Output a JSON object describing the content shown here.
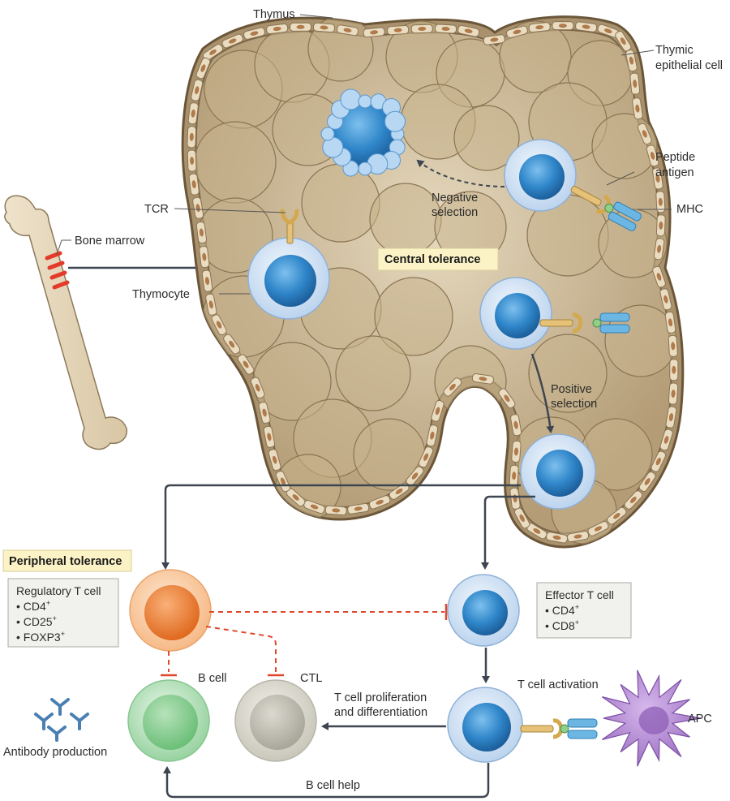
{
  "thymus": {
    "label": "Thymus",
    "epithelial_label_1": "Thymic",
    "epithelial_label_2": "epithelial cell",
    "tcr_label": "TCR",
    "thymocyte_label": "Thymocyte",
    "peptide_label_1": "Peptide",
    "peptide_label_2": "antigen",
    "mhc_label": "MHC",
    "negative_label_1": "Negative",
    "negative_label_2": "selection",
    "positive_label_1": "Positive",
    "positive_label_2": "selection",
    "central_tolerance": "Central tolerance"
  },
  "bone": {
    "label": "Bone marrow"
  },
  "peripheral": {
    "title": "Peripheral tolerance",
    "treg": {
      "title": "Regulatory T cell",
      "markers": [
        {
          "base": "CD4",
          "sup": "+"
        },
        {
          "base": "CD25",
          "sup": "+"
        },
        {
          "base": "FOXP3",
          "sup": "+"
        }
      ]
    },
    "effector": {
      "title": "Effector T cell",
      "markers": [
        {
          "base": "CD4",
          "sup": "+"
        },
        {
          "base": "CD8",
          "sup": "+"
        }
      ]
    },
    "b_cell_label": "B cell",
    "ctl_label": "CTL",
    "activation_label": "T cell activation",
    "prolif_label_1": "T cell proliferation",
    "prolif_label_2": "and differentiation",
    "apc_label": "APC",
    "antibody_label": "Antibody production",
    "b_help_label": "B cell help"
  },
  "colors": {
    "thymus_fill": "#bfa883",
    "thymus_outline": "#7a6446",
    "tcell_blue": "#2f86c9",
    "treg_orange": "#ef7f2e",
    "bcell_green": "#6fbf7a",
    "ctl_gray": "#a9a89c",
    "apc_purple": "#a77cc6",
    "inhibit_red": "#e0472b",
    "arrow": "#3d4650"
  }
}
